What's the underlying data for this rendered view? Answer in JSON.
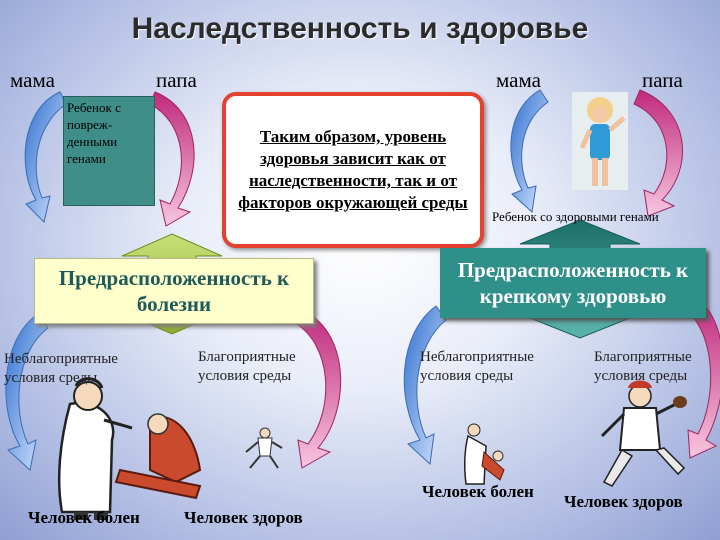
{
  "title": "Наследственность и здоровье",
  "top_left": {
    "mom": "мама",
    "dad": "папа",
    "child": "Ребенок с повреж-денными генами"
  },
  "top_right": {
    "mom": "мама",
    "dad": "папа",
    "child": "Ребенок со здоровыми генами"
  },
  "center_text": "Таким образом, уровень здоровья зависит как от наследственности, так и от факторов окружающей среды",
  "left_branch": {
    "banner": "Предрасположенность к болезни",
    "unfavorable": "Неблагоприятные условия среды",
    "favorable": "Благоприятные условия среды",
    "outcome_sick": "Человек болен",
    "outcome_healthy": "Человек здоров"
  },
  "right_branch": {
    "banner": "Предрасположенность к крепкому здоровью",
    "unfavorable": "Неблагоприятные условия среды",
    "favorable": "Благоприятные условия среды",
    "outcome_sick": "Человек болен",
    "outcome_healthy": "Человек здоров"
  },
  "colors": {
    "blue_arrow": "#4a86d6",
    "pink_arrow": "#d2468f",
    "green_arrow": "#8fae2c",
    "teal": "#2f8f89",
    "red_border": "#e5412f",
    "cream": "#ffffcc"
  },
  "icons": [
    "curved-arrow-icon",
    "girl-photo",
    "doctor-clipart",
    "baseball-player-clipart"
  ]
}
